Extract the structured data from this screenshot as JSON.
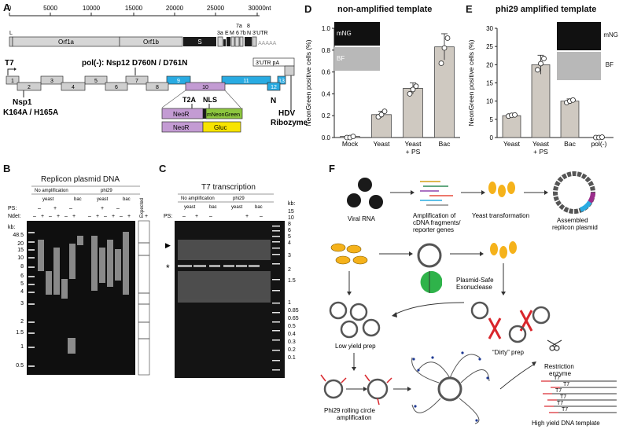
{
  "panels": {
    "A": {
      "letter": "A",
      "scale_ticks": [
        "0",
        "5000",
        "10000",
        "15000",
        "20000",
        "25000",
        "30000nt"
      ],
      "genome_labels": {
        "L": "L",
        "orf1a": "Orf1a",
        "orf1b": "Orf1b",
        "s": "S",
        "g3a": "3a",
        "e": "E",
        "m": "M",
        "g6": "6",
        "g7a": "7a",
        "g7b": "7b",
        "g8": "8",
        "n": "N",
        "utr3": "3'UTR",
        "polyA": "AAAAA"
      },
      "t7": "T7",
      "pol_mut": "pol(-): Nsp12 D760N / D761N",
      "segments": [
        "1",
        "2",
        "3",
        "4",
        "5",
        "6",
        "7",
        "8",
        "9",
        "10",
        "11",
        "12",
        "13"
      ],
      "utr_box": "3'UTR pA",
      "nsp1": "Nsp1",
      "nsp1_mut": "K164A / H165A",
      "t2a": "T2A",
      "nls": "NLS",
      "n_label": "N",
      "hdv1": "HDV",
      "hdv2": "Ribozyme",
      "neor1": "NeoR",
      "mneongreen": "mNeonGreen",
      "neor2": "NeoR",
      "gluc": "Gluc",
      "colors": {
        "grey": "#cfcfcf",
        "blue": "#29abe2",
        "purple": "#c39bd3",
        "green": "#8dc63f",
        "yellow": "#f7e400",
        "black": "#1a1a1a"
      }
    },
    "B": {
      "letter": "B",
      "title": "Replicon plasmid DNA",
      "group1": "No amplification",
      "group2": "phi29",
      "sub": [
        "yeast",
        "bac",
        "yeast",
        "bac"
      ],
      "expected": "Expected",
      "ps_label": "PS:",
      "ndei_label": "NdeI:",
      "ps_row": [
        "–",
        "+",
        "–",
        "+",
        "–"
      ],
      "ndei_row": [
        "–",
        "+",
        "–",
        "+",
        "–",
        "+",
        "–",
        "+",
        "–",
        "+",
        "–",
        "+",
        "+"
      ],
      "kb_title": "kb:",
      "kb_ladder": [
        "48.5",
        "20",
        "15",
        "10",
        "8",
        "6",
        "5",
        "4",
        "3",
        "2",
        "1.5",
        "1",
        "0.5"
      ]
    },
    "C": {
      "letter": "C",
      "title": "T7 transcription",
      "group1": "No amplification",
      "group2": "phi29",
      "sub": [
        "yeast",
        "bac",
        "yeast",
        "bac"
      ],
      "ps_label": "PS:",
      "ps_row": [
        "–",
        "+",
        "–",
        "+",
        "–"
      ],
      "arrow_marker": "▶",
      "star_marker": "*",
      "kb_title": "kb:",
      "kb_ladder": [
        "15",
        "10",
        "8",
        "6",
        "5",
        "4",
        "3",
        "2",
        "1.5",
        "1",
        "0.85",
        "0.65",
        "0.5",
        "0.4",
        "0.3",
        "0.2",
        "0.1"
      ]
    },
    "D": {
      "letter": "D",
      "inset_top": "mNG",
      "inset_bottom": "BF"
    },
    "E": {
      "letter": "E",
      "inset_top": "mNG",
      "inset_bottom": "BF"
    },
    "F": {
      "letter": "F",
      "viral_rna": "Viral RNA",
      "amp1": "Amplification of",
      "amp2": "cDNA fragments/",
      "amp3": "reporter genes",
      "yeast_tf": "Yeast transformation",
      "assembled1": "Assembled",
      "assembled2": "replicon plasmid",
      "ps1": "Plasmid-Safe",
      "ps2": "Exonuclease",
      "low_yield": "Low yield prep",
      "dirty": "“Dirty” prep",
      "phi29_1": "Phi29 rolling circle",
      "phi29_2": "amplification",
      "restr1": "Restriction",
      "restr2": "enzyme",
      "t7": "T7",
      "high_yield": "High yield DNA template"
    }
  },
  "chart_data": [
    {
      "type": "bar",
      "title": "non-amplified template",
      "ylabel": "NeonGreen positive cells (%)",
      "categories": [
        "Mock",
        "Yeast",
        "Yeast\n+ PS",
        "Bac"
      ],
      "values": [
        0.01,
        0.21,
        0.45,
        0.83
      ],
      "errors": [
        0.0,
        0.03,
        0.05,
        0.12
      ],
      "points": [
        [
          0.0,
          0.0,
          0.01
        ],
        [
          0.19,
          0.21,
          0.24
        ],
        [
          0.4,
          0.44,
          0.47
        ],
        [
          0.68,
          0.82,
          0.91
        ]
      ],
      "yticks": [
        "0.0",
        "0.2",
        "0.4",
        "0.6",
        "0.8",
        "1.0"
      ],
      "ylim": [
        0,
        1.0
      ],
      "bar_color": "#cfc9c1",
      "grid": false
    },
    {
      "type": "bar",
      "title": "phi29 amplified template",
      "ylabel": "NeonGreen positive cells (%)",
      "categories": [
        "Yeast",
        "Yeast\n+ PS",
        "Bac",
        "pol(-)"
      ],
      "values": [
        6.0,
        20.0,
        10.0,
        0.05
      ],
      "errors": [
        0.3,
        2.6,
        0.6,
        0.0
      ],
      "points": [
        [
          5.9,
          6.1,
          6.2
        ],
        [
          18.6,
          20.3,
          21.7
        ],
        [
          9.6,
          10.0,
          10.3
        ],
        [
          0.0,
          0.0,
          0.1
        ]
      ],
      "yticks": [
        "0",
        "5",
        "10",
        "15",
        "20",
        "25",
        "30"
      ],
      "ylim": [
        0,
        30
      ],
      "bar_color": "#cfc9c1",
      "grid": false
    }
  ]
}
